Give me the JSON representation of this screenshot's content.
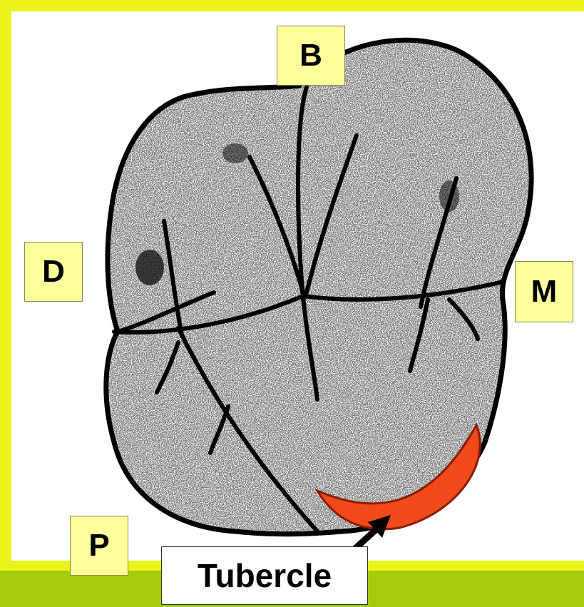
{
  "labels": {
    "buccal": "B",
    "distal": "D",
    "mesial": "M",
    "palatal": "P"
  },
  "callout": {
    "text": "Tubercle"
  },
  "colors": {
    "frame_yellow": "#eaf31a",
    "band_green": "#a4cc0c",
    "label_fill": "#ffff9c",
    "tubercle_red": "#f04a1c"
  }
}
